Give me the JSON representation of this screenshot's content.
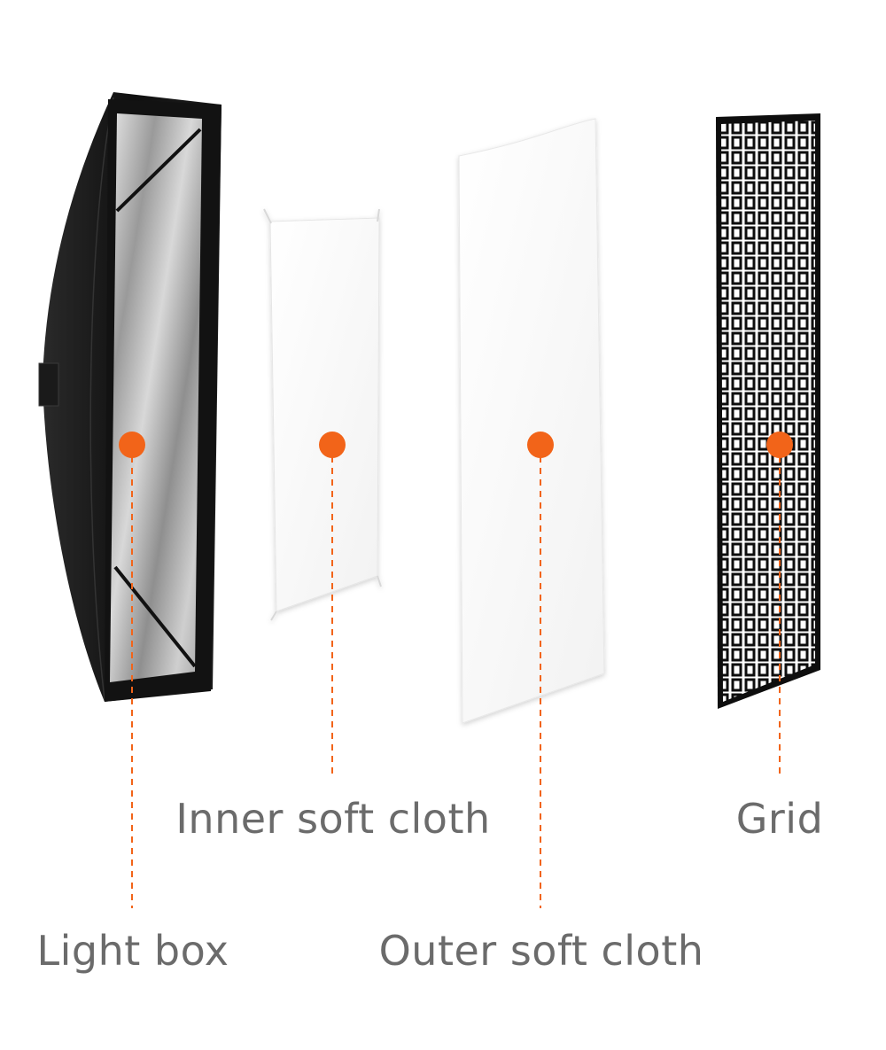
{
  "components": [
    {
      "id": "light-box",
      "label": "Light box"
    },
    {
      "id": "inner-soft-cloth",
      "label": "Inner soft cloth"
    },
    {
      "id": "outer-soft-cloth",
      "label": "Outer soft cloth"
    },
    {
      "id": "grid",
      "label": "Grid"
    }
  ],
  "colors": {
    "marker": "#f26419",
    "label_text": "#6b6b6b",
    "softbox_black": "#141414",
    "silver_lining": "#c9c9c9",
    "diffuser_white": "#fafafa",
    "grid_black": "#0e0e0e"
  }
}
